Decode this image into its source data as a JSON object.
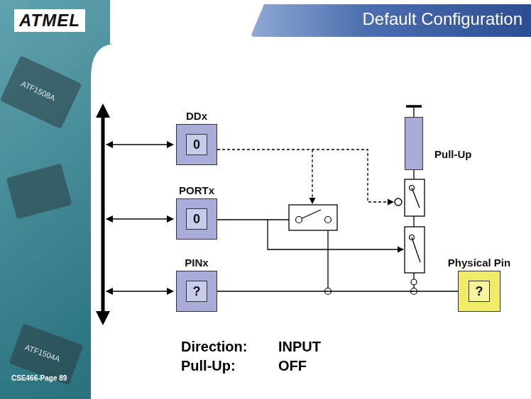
{
  "diagram": {
    "title": "Default Configuration",
    "nodes": [
      {
        "text": [
          "DDx",
          "0"
        ]
      },
      {
        "text": [
          "PORTx",
          "0"
        ]
      },
      {
        "text": [
          "PINx",
          "?"
        ]
      },
      {
        "text": [
          "Pull-Up"
        ]
      },
      {
        "text": [
          "Physical Pin",
          "?"
        ]
      }
    ],
    "edges": [
      {
        "from": 2,
        "to": 4,
        "arrow": "none"
      }
    ],
    "labels": [
      "ATMEL",
      "Direction:",
      "INPUT",
      "Pull-Up:",
      "OFF",
      "CSE466-Page 89",
      "ATF1508A",
      "ATF1504A"
    ]
  }
}
